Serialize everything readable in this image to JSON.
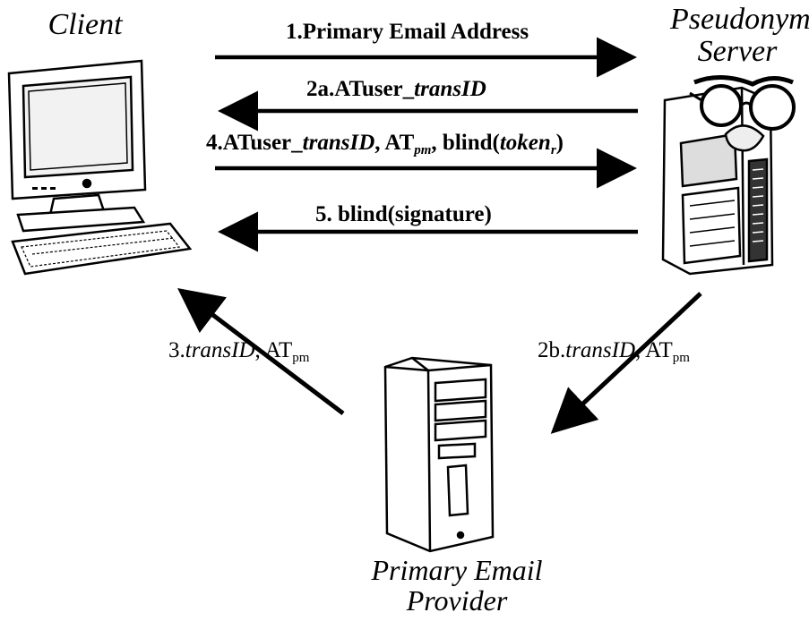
{
  "nodes": {
    "client": {
      "label": "Client",
      "icon": "desktop-computer-icon"
    },
    "server": {
      "label_line1": "Pseudonym",
      "label_line2": "Server",
      "icon": "server-with-glasses-icon"
    },
    "provider": {
      "label_line1": "Primary Email",
      "label_line2": "Provider",
      "icon": "tower-computer-icon"
    }
  },
  "messages": {
    "m1": {
      "text": "1.Primary Email Address",
      "direction": "client-to-server"
    },
    "m2a": {
      "prefix": "2a.ATuser_",
      "var": "transID",
      "direction": "server-to-client"
    },
    "m4": {
      "prefix": "4.ATuser_",
      "var": "transID",
      "sep1": ", AT",
      "sub1": "pm",
      "sep2": ", blind(",
      "token": "token",
      "sub2": "r",
      "close": ")",
      "direction": "client-to-server"
    },
    "m5": {
      "text": "5. blind(signature)",
      "direction": "server-to-client"
    },
    "m3": {
      "prefix": "3.",
      "var": "transID",
      "sep": ", AT",
      "sub": "pm",
      "direction": "provider-to-client"
    },
    "m2b": {
      "prefix": "2b.",
      "var": "transID",
      "sep": ", AT",
      "sub": "pm",
      "direction": "server-to-provider"
    }
  },
  "colors": {
    "ink": "#000000",
    "background": "#ffffff"
  }
}
